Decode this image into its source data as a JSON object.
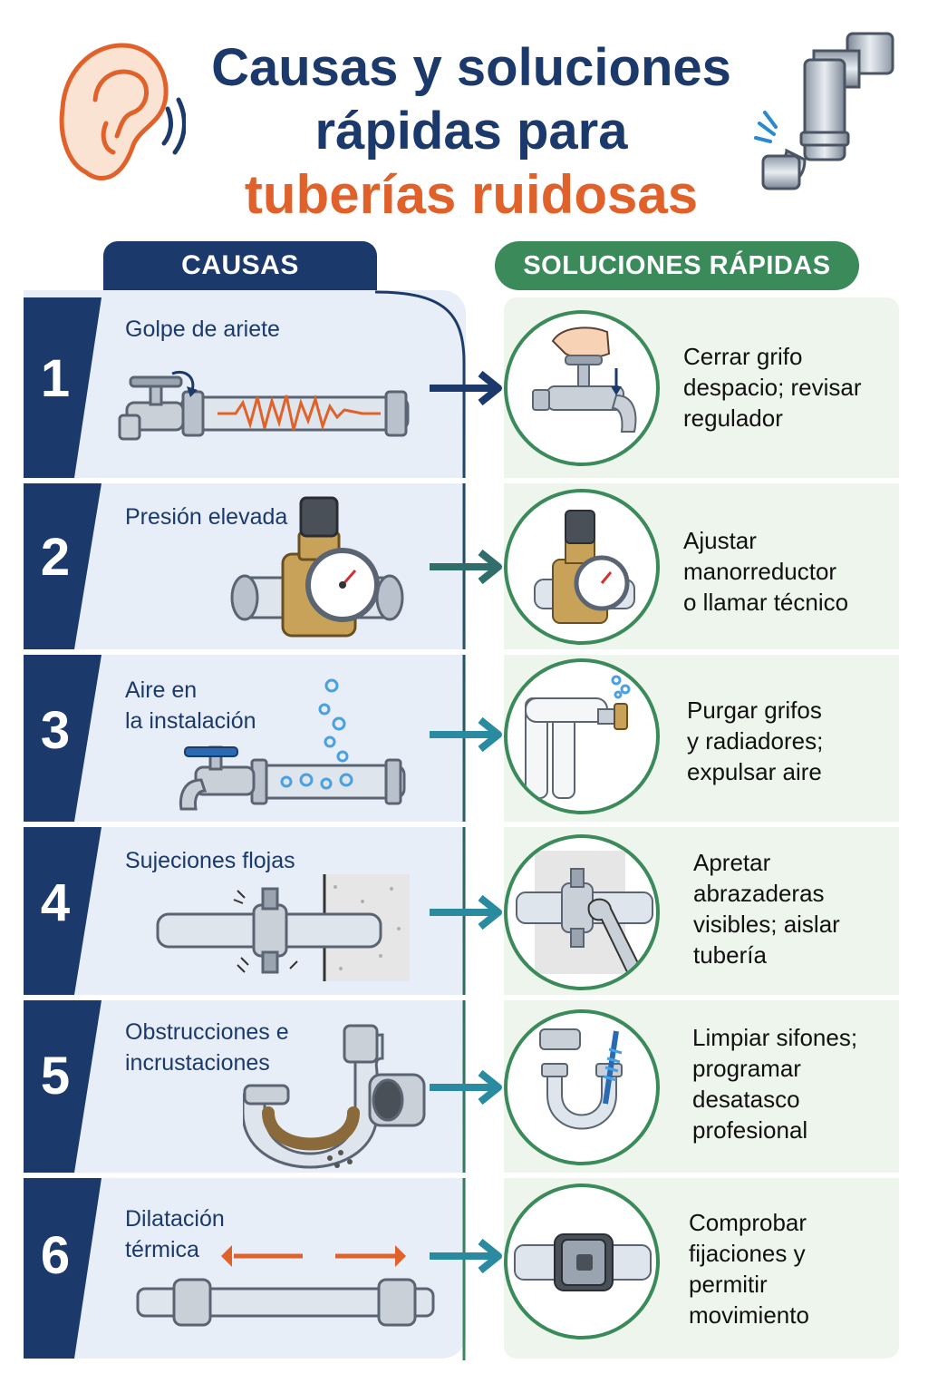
{
  "title": {
    "line1": "Causas y soluciones",
    "line2": "rápidas para",
    "line3": "tuberías ruidosas"
  },
  "headers": {
    "causes": "CAUSAS",
    "solutions": "SOLUCIONES RÁPIDAS"
  },
  "colors": {
    "navy": "#1b3a6b",
    "orange": "#e0622a",
    "green": "#3a8a5a",
    "teal": "#2a8aa0"
  },
  "rows": [
    {
      "number": "1",
      "cause": "Golpe de ariete",
      "solution": "Cerrar grifo\ndespacio; revisar\nregulador",
      "cause_icon": "faucet-pipe-shock-icon",
      "solution_icon": "hand-closing-faucet-icon"
    },
    {
      "number": "2",
      "cause": "Presión elevada",
      "solution": "Ajustar\nmanorreductor\no llamar técnico",
      "cause_icon": "pressure-regulator-gauge-icon",
      "solution_icon": "pressure-regulator-icon"
    },
    {
      "number": "3",
      "cause": "Aire en\nla instalación",
      "solution": "Purgar grifos\ny radiadores;\nexpulsar aire",
      "cause_icon": "faucet-air-bubbles-icon",
      "solution_icon": "radiator-bleed-valve-icon"
    },
    {
      "number": "4",
      "cause": "Sujeciones flojas",
      "solution": "Apretar\nabrazaderas\nvisibles; aislar\ntubería",
      "cause_icon": "loose-pipe-clamp-icon",
      "solution_icon": "wrench-tighten-clamp-icon"
    },
    {
      "number": "5",
      "cause": "Obstrucciones e\nincrustaciones",
      "solution": "Limpiar sifones;\nprogramar\ndesatasco\nprofesional",
      "cause_icon": "clogged-trap-icon",
      "solution_icon": "trap-brush-icon"
    },
    {
      "number": "6",
      "cause": "Dilatación\ntérmica",
      "solution": "Comprobar\nfijaciones y\npermitir\nmovimiento",
      "cause_icon": "pipe-expansion-icon",
      "solution_icon": "pipe-coupling-icon"
    }
  ]
}
